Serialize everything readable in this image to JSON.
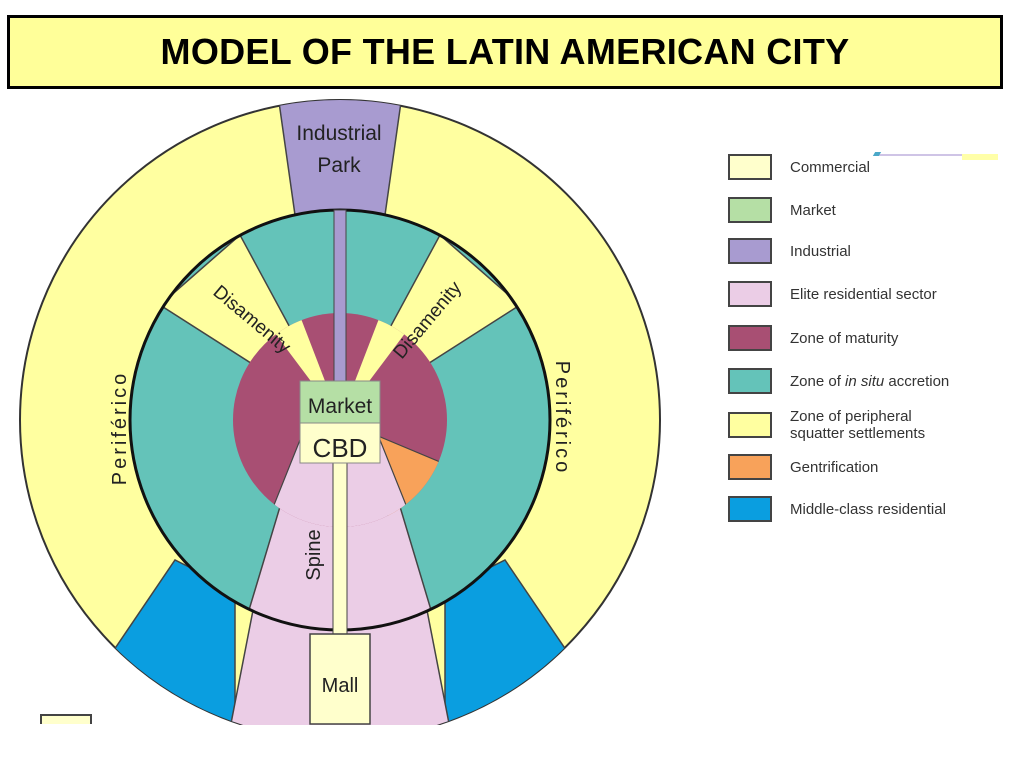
{
  "title": "MODEL OF THE LATIN AMERICAN CITY",
  "colors": {
    "commercial": "#ffffcc",
    "market": "#b5dfa5",
    "industrial": "#a89bd0",
    "elite": "#ebcde6",
    "maturity": "#a84f73",
    "in_situ": "#64c3b9",
    "peripheral": "#ffffa0",
    "gentrification": "#f8a25a",
    "middle_class": "#0a9ee0"
  },
  "diagram": {
    "industrial_park": [
      "Industrial",
      "Park"
    ],
    "disamenity_left": "Disamenity",
    "disamenity_right": "Disamenity",
    "periferico_left": "Periférico",
    "periferico_right": "Periférico",
    "market": "Market",
    "cbd": "CBD",
    "spine": "Spine",
    "mall": "Mall"
  },
  "legend": [
    {
      "key": "commercial",
      "label": "Commercial"
    },
    {
      "key": "market",
      "label": "Market"
    },
    {
      "key": "industrial",
      "label": "Industrial"
    },
    {
      "key": "elite",
      "label": "Elite residential sector"
    },
    {
      "key": "maturity",
      "label": "Zone of maturity"
    },
    {
      "key": "in_situ",
      "label_prefix": "Zone of ",
      "label_italic": "in situ",
      "label_suffix": " accretion"
    },
    {
      "key": "peripheral",
      "label_lines": [
        "Zone of peripheral",
        "squatter settlements"
      ]
    },
    {
      "key": "gentrification",
      "label": "Gentrification"
    },
    {
      "key": "middle_class",
      "label": "Middle-class residential"
    }
  ]
}
